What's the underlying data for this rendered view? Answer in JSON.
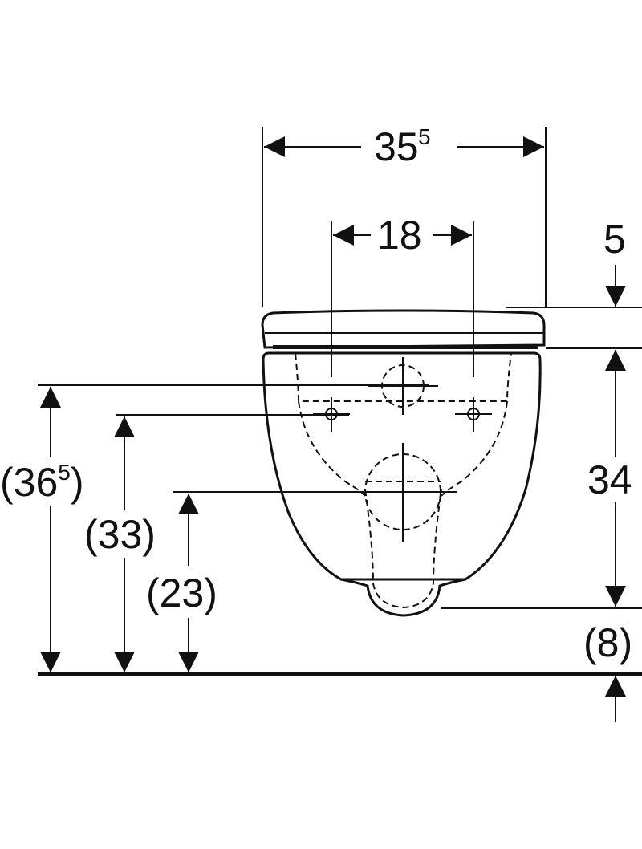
{
  "dimensions": {
    "total_width": {
      "main": "35",
      "sup": "5"
    },
    "fixing_spacing": "18",
    "seat_thickness": "5",
    "bowl_height": "34",
    "trap_clearance": "(8)",
    "seat_height": {
      "main": "(36",
      "sup": "5",
      "close": ")"
    },
    "fixing_height": "(33)",
    "outlet_height": "(23)"
  }
}
